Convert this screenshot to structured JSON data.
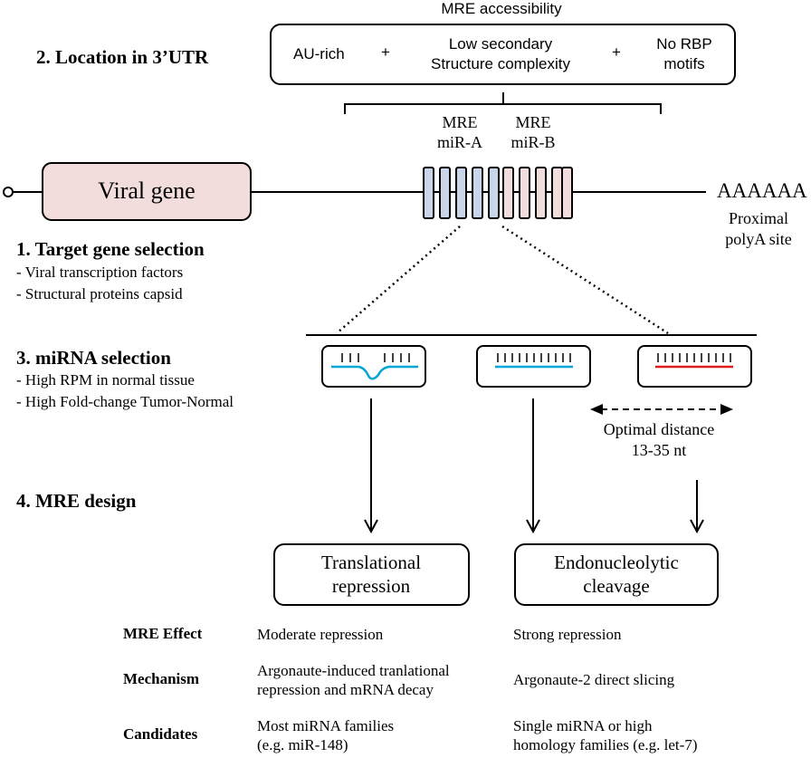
{
  "mre_accessibility": {
    "heading": "MRE accessibility",
    "au_rich": "AU-rich",
    "plus1": "+",
    "low_line1": "Low secondary",
    "low_line2": "Structure complexity",
    "plus2": "+",
    "rbp_line1": "No RBP",
    "rbp_line2": "motifs"
  },
  "step2": {
    "title": "2. Location in 3’UTR"
  },
  "mre_labels": {
    "a_line1": "MRE",
    "a_line2": "miR-A",
    "b_line1": "MRE",
    "b_line2": "miR-B"
  },
  "gene": {
    "label": "Viral gene",
    "polya": "AAAAAA",
    "proximal_line1": "Proximal",
    "proximal_line2": "polyA site"
  },
  "step1": {
    "title": "1. Target gene selection",
    "bullets": [
      "- Viral transcription factors",
      "- Structural proteins capsid"
    ]
  },
  "step3": {
    "title": "3. miRNA selection",
    "bullets": [
      "- High RPM in normal tissue",
      "- High Fold-change Tumor-Normal"
    ]
  },
  "distance": {
    "line1": "Optimal distance",
    "line2": "13-35 nt"
  },
  "step4": {
    "title": "4. MRE design"
  },
  "outcomes": {
    "translational_line1": "Translational",
    "translational_line2": "repression",
    "cleavage_line1": "Endonucleolytic",
    "cleavage_line2": "cleavage"
  },
  "table": {
    "rows": [
      {
        "label": "MRE Effect",
        "left": "Moderate repression",
        "right": "Strong repression"
      },
      {
        "label": "Mechanism",
        "left": "Argonaute-induced tranlational\nrepression and mRNA decay",
        "right": "Argonaute-2 direct slicing"
      },
      {
        "label": "Candidates",
        "left": "Most miRNA families\n(e.g. miR-148)",
        "right": "Single miRNA or high\nhomology families (e.g. let-7)"
      }
    ]
  },
  "colors": {
    "gene_fill": "#f2dcdc",
    "mre_a_fill": "#c9d6ea",
    "mre_b_fill": "#f2dcdc",
    "seed_blue": "#00a6d6",
    "seed_red": "#e01b1b"
  }
}
